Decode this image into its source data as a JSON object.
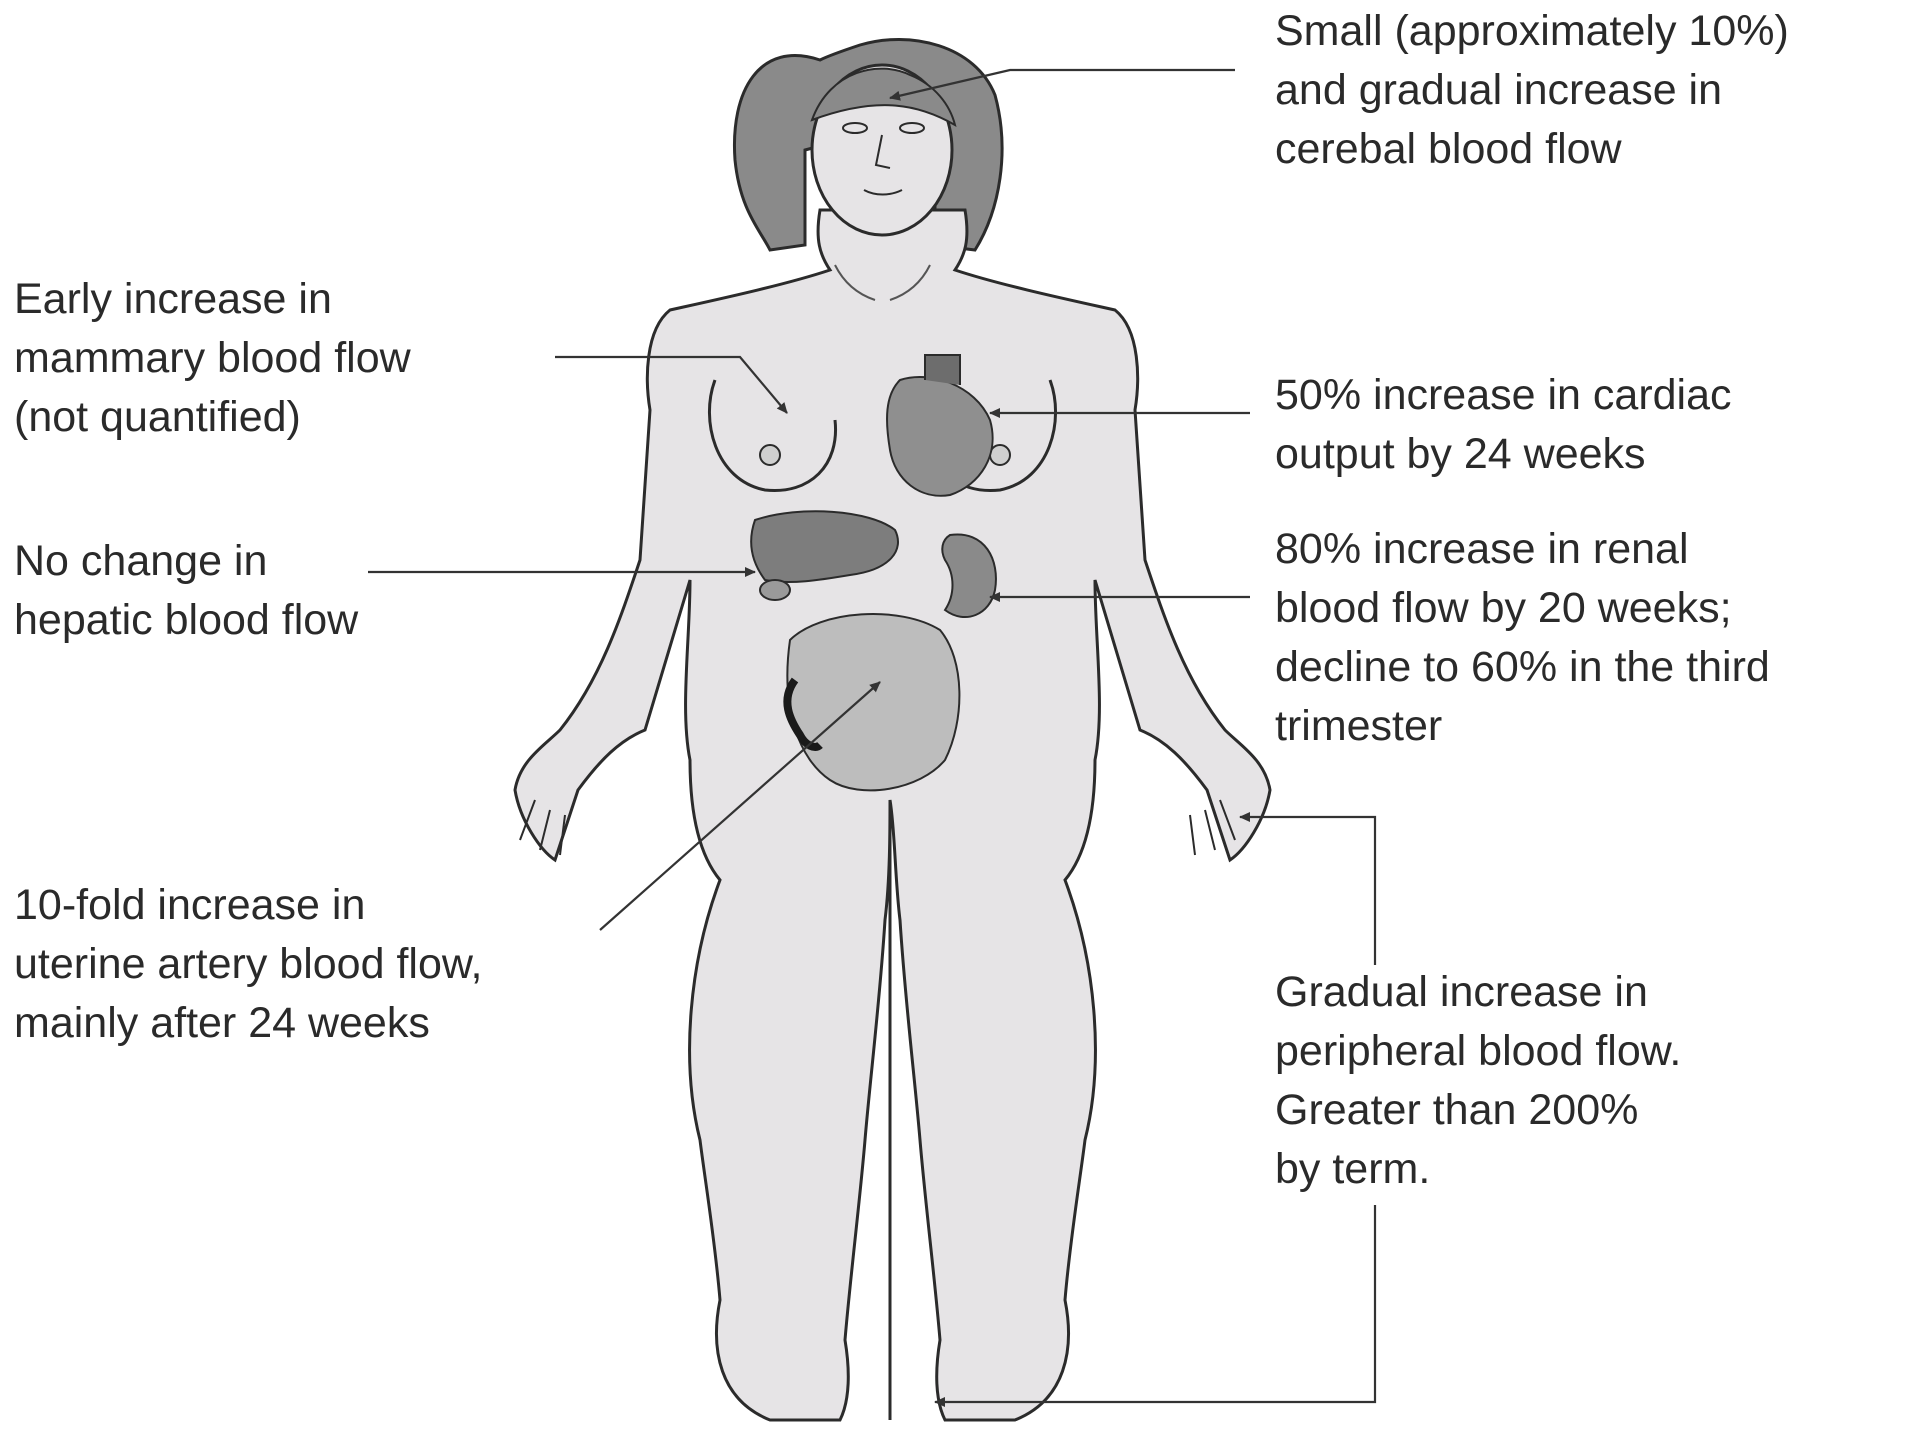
{
  "annotations": {
    "cerebral": {
      "lines": [
        "Small (approximately 10%)",
        "and gradual increase in",
        "cerebal blood flow"
      ]
    },
    "mammary": {
      "lines": [
        "Early increase in",
        "mammary blood flow",
        "(not quantified)"
      ]
    },
    "cardiac": {
      "lines": [
        "50% increase in cardiac",
        "output by 24 weeks"
      ]
    },
    "hepatic": {
      "lines": [
        "No change in",
        "hepatic blood flow"
      ]
    },
    "renal": {
      "lines": [
        "80% increase in renal",
        "blood flow by 20 weeks;",
        "decline to 60% in the third",
        "trimester"
      ]
    },
    "uterine": {
      "lines": [
        "10-fold increase in",
        "uterine artery blood flow,",
        "mainly after 24 weeks"
      ]
    },
    "peripheral": {
      "lines": [
        "Gradual increase in",
        "peripheral blood flow.",
        "Greater than 200%",
        "by term."
      ]
    }
  },
  "colors": {
    "body_fill": "#e6e4e6",
    "outline": "#2b2b2b",
    "hair": "#8a8a8a",
    "organ": "#7d7d7d",
    "uterus": "#bdbdbd",
    "text": "#2a2a2a",
    "leader_line": "#333333"
  }
}
